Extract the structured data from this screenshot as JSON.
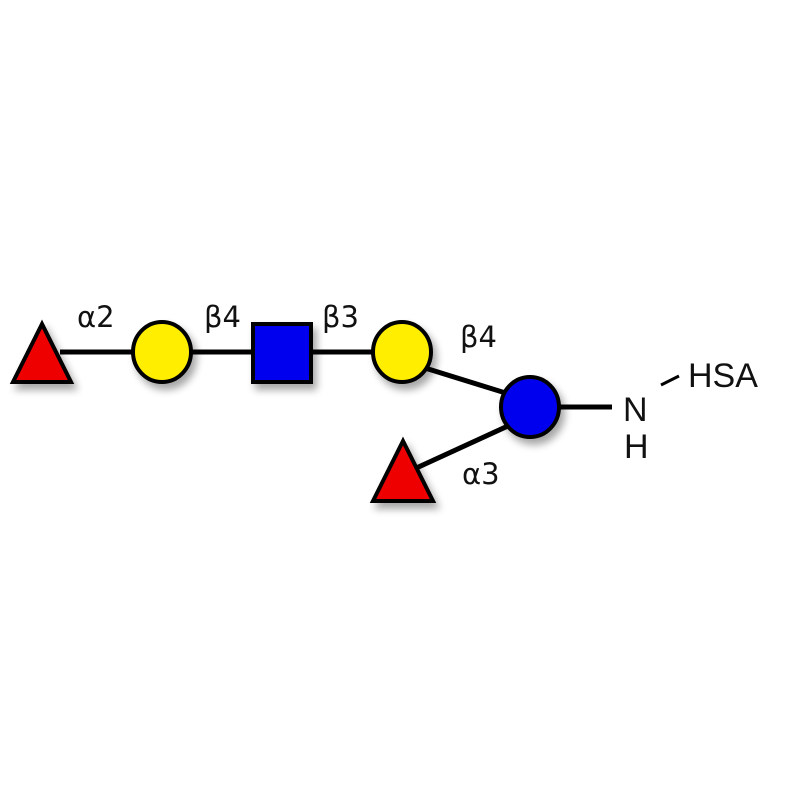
{
  "diagram": {
    "type": "glycan",
    "colors": {
      "fucose": "#ee0000",
      "galactose": "#ffee00",
      "glcnac": "#0000ee",
      "glucose": "#0000ee",
      "outline": "#000000"
    },
    "residues": [
      {
        "id": "fuc1",
        "shape": "triangle",
        "name": "fucose"
      },
      {
        "id": "gal1",
        "shape": "circle",
        "name": "galactose"
      },
      {
        "id": "glcnac1",
        "shape": "square",
        "name": "glcnac"
      },
      {
        "id": "gal2",
        "shape": "circle",
        "name": "galactose"
      },
      {
        "id": "glc1",
        "shape": "circle",
        "name": "glucose"
      },
      {
        "id": "fuc2",
        "shape": "triangle",
        "name": "fucose"
      }
    ],
    "linkages": {
      "fuc1_gal1": "α2",
      "gal1_glcnac1": "β4",
      "glcnac1_gal2": "β3",
      "gal2_glc1": "β4",
      "fuc2_glc1": "α3"
    },
    "linker": {
      "n": "N",
      "h": "H",
      "carrier": "HSA"
    }
  }
}
